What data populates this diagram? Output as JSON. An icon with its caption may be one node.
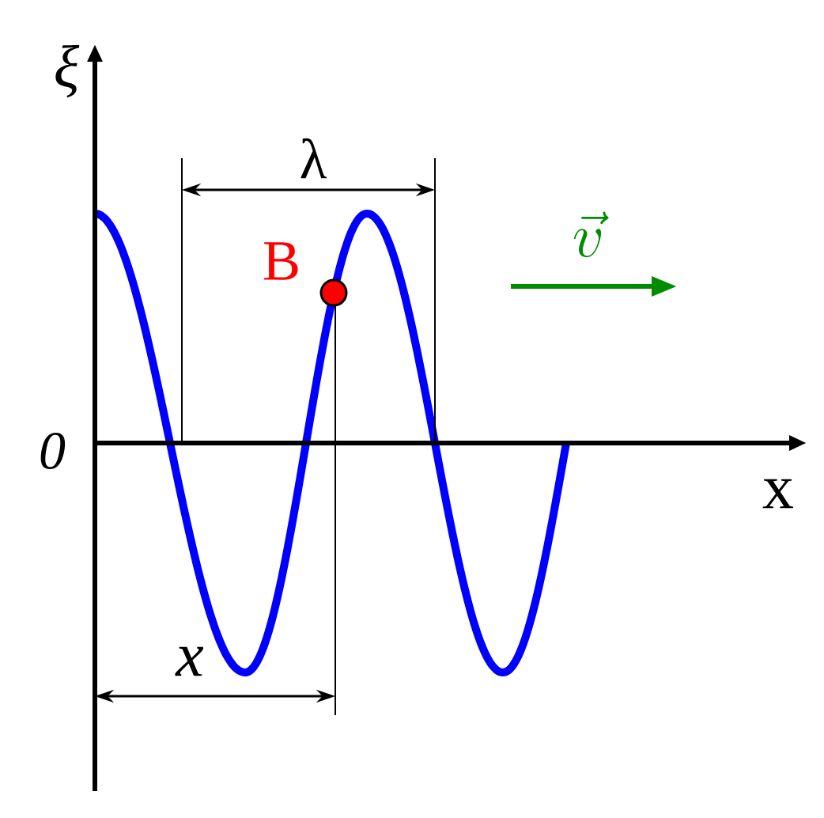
{
  "diagram": {
    "labels": [
      "ξ",
      "λ",
      "B",
      "\\vec{v}",
      "0",
      "x",
      "x"
    ]
  }
}
